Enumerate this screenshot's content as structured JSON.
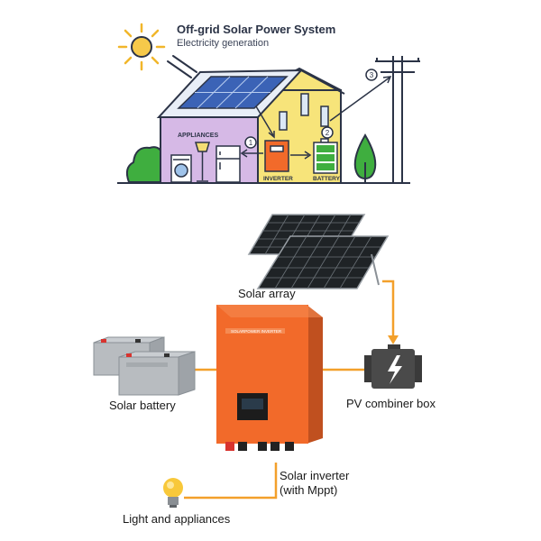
{
  "header": {
    "title": "Off-grid Solar Power System",
    "subtitle": "Electricity generation"
  },
  "house": {
    "appliances_label": "APPLIANCES",
    "inverter_label": "INVERTER",
    "battery_label": "BATTERY",
    "step1": "1",
    "step2": "2",
    "step3": "3"
  },
  "diagram": {
    "solar_array": "Solar array",
    "solar_battery": "Solar battery",
    "pv_combiner_box": "PV combiner box",
    "inverter_line1": "Solar inverter",
    "inverter_line2": "(with Mppt)",
    "lights": "Light and appliances",
    "inverter_brand": "SOLARPOWER INVERTER"
  },
  "colors": {
    "wire": "#f3a02b",
    "inverter": "#f26a2a",
    "purple_wall": "#d6b9e6",
    "yellow_wall": "#f7e47a",
    "green": "#3fae3f",
    "outline": "#2b3346"
  }
}
